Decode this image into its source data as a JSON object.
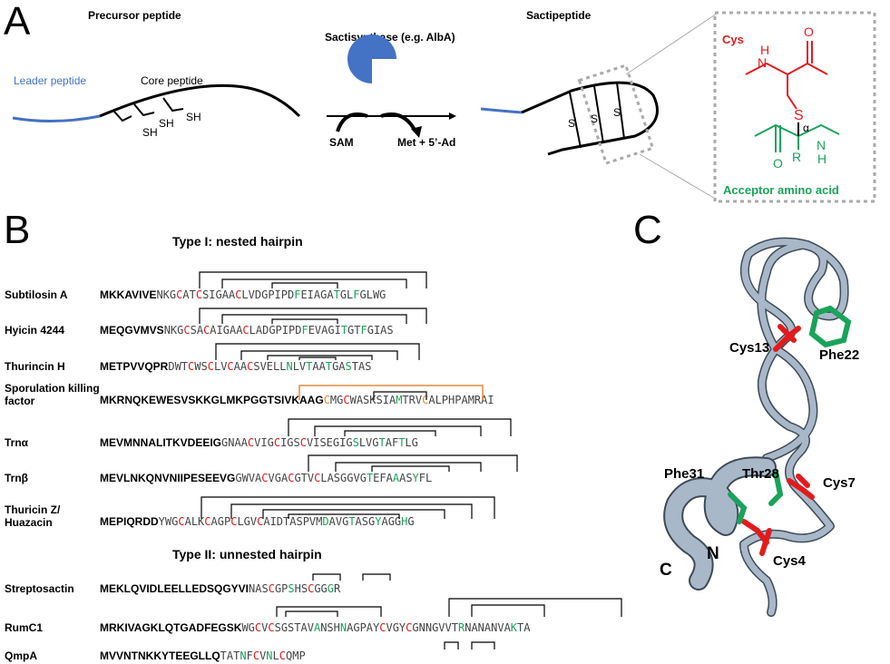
{
  "panelA": {
    "letter": "A",
    "precursor_title": "Precursor peptide",
    "sactipeptide_title": "Sactipeptide",
    "leader_label": "Leader peptide",
    "core_label": "Core peptide",
    "sh_label": "SH",
    "enzyme_label": "Sactisynthase (e.g. AlbA)",
    "sam_label": "SAM",
    "products_label": "Met + 5’-Ad",
    "s_label": "S",
    "cys_label": "Cys",
    "acceptor_label": "Acceptor amino acid",
    "alpha_label": "α",
    "r_label": "R",
    "n_label": "N",
    "h_label": "H",
    "o_label": "O",
    "colors": {
      "leader": "#4472c4",
      "cys": "#e31a1c",
      "acceptor": "#1aa35a",
      "enzyme": "#4472c4"
    }
  },
  "panelB": {
    "letter": "B",
    "type1_title": "Type I: nested hairpin",
    "type2_title": "Type II: unnested hairpin",
    "peptides": [
      {
        "name": "Subtilosin A",
        "leader": "MKKAVIVE",
        "segments": [
          [
            "n",
            "NKG"
          ],
          [
            "c",
            "C"
          ],
          [
            "n",
            "AT"
          ],
          [
            "c",
            "C"
          ],
          [
            "n",
            "SIGAA"
          ],
          [
            "c",
            "C"
          ],
          [
            "n",
            "LVDGPIPD"
          ],
          [
            "a",
            "F"
          ],
          [
            "n",
            "EIAGA"
          ],
          [
            "a",
            "T"
          ],
          [
            "n",
            "GL"
          ],
          [
            "a",
            "F"
          ],
          [
            "n",
            "GLWG"
          ]
        ]
      },
      {
        "name": "Hyicin 4244",
        "leader": "MEQGVMVS",
        "segments": [
          [
            "n",
            "NKG"
          ],
          [
            "c",
            "C"
          ],
          [
            "n",
            "SA"
          ],
          [
            "c",
            "C"
          ],
          [
            "n",
            "AIGAA"
          ],
          [
            "c",
            "C"
          ],
          [
            "n",
            "LADGPIPD"
          ],
          [
            "a",
            "F"
          ],
          [
            "n",
            "EVAGI"
          ],
          [
            "a",
            "T"
          ],
          [
            "n",
            "GT"
          ],
          [
            "a",
            "F"
          ],
          [
            "n",
            "GIAS"
          ]
        ]
      },
      {
        "name": "Thurincin H",
        "leader": "METPVVQPR",
        "segments": [
          [
            "n",
            "DWT"
          ],
          [
            "c",
            "C"
          ],
          [
            "n",
            "WS"
          ],
          [
            "c",
            "C"
          ],
          [
            "n",
            "LV"
          ],
          [
            "c",
            "C"
          ],
          [
            "n",
            "AA"
          ],
          [
            "c",
            "C"
          ],
          [
            "n",
            "SVELL"
          ],
          [
            "a",
            "N"
          ],
          [
            "n",
            "LV"
          ],
          [
            "a",
            "T"
          ],
          [
            "n",
            "AA"
          ],
          [
            "a",
            "T"
          ],
          [
            "n",
            "GA"
          ],
          [
            "a",
            "S"
          ],
          [
            "n",
            "TAS"
          ]
        ]
      },
      {
        "name": "Sporulation killing factor",
        "leader": "MKRNQKEWESVSKKGLMKPGGTSIVKAAG",
        "segments": [
          [
            "o",
            "C"
          ],
          [
            "n",
            "MG"
          ],
          [
            "c",
            "C"
          ],
          [
            "n",
            "WASKSIA"
          ],
          [
            "a",
            "M"
          ],
          [
            "n",
            "TRV"
          ],
          [
            "o",
            "C"
          ],
          [
            "n",
            "ALPHPAMRAI"
          ]
        ]
      },
      {
        "name": "Trnα",
        "leader": "MEVMNNALITKVDEEIG",
        "segments": [
          [
            "n",
            "GNAA"
          ],
          [
            "c",
            "C"
          ],
          [
            "n",
            "VIG"
          ],
          [
            "c",
            "C"
          ],
          [
            "n",
            "IGS"
          ],
          [
            "c",
            "C"
          ],
          [
            "n",
            "VISEGIG"
          ],
          [
            "a",
            "S"
          ],
          [
            "n",
            "LVG"
          ],
          [
            "a",
            "T"
          ],
          [
            "n",
            "AF"
          ],
          [
            "a",
            "T"
          ],
          [
            "n",
            "LG"
          ]
        ]
      },
      {
        "name": "Trnβ",
        "leader": "MEVLNKQNVNIIPESEEVG",
        "segments": [
          [
            "n",
            "GWVA"
          ],
          [
            "c",
            "C"
          ],
          [
            "n",
            "VGA"
          ],
          [
            "c",
            "C"
          ],
          [
            "n",
            "GTV"
          ],
          [
            "c",
            "C"
          ],
          [
            "n",
            "LASGGVG"
          ],
          [
            "a",
            "T"
          ],
          [
            "n",
            "EFA"
          ],
          [
            "a",
            "A"
          ],
          [
            "n",
            "AS"
          ],
          [
            "a",
            "Y"
          ],
          [
            "n",
            "FL"
          ]
        ]
      },
      {
        "name": "Thuricin Z/ Huazacin",
        "leader": "MEPIQRDD",
        "segments": [
          [
            "n",
            "YWG"
          ],
          [
            "c",
            "C"
          ],
          [
            "n",
            "ALK"
          ],
          [
            "c",
            "C"
          ],
          [
            "n",
            "AGP"
          ],
          [
            "c",
            "C"
          ],
          [
            "n",
            "LGV"
          ],
          [
            "c",
            "C"
          ],
          [
            "n",
            "AIDTASPVM"
          ],
          [
            "a",
            "D"
          ],
          [
            "n",
            "AVG"
          ],
          [
            "a",
            "T"
          ],
          [
            "n",
            "ASG"
          ],
          [
            "a",
            "Y"
          ],
          [
            "n",
            "AGG"
          ],
          [
            "a",
            "H"
          ],
          [
            "n",
            "G"
          ]
        ]
      },
      {
        "name": "Streptosactin",
        "leader": "MEKLQVIDLEELLEDSQGYVI",
        "segments": [
          [
            "n",
            "NAS"
          ],
          [
            "c",
            "C"
          ],
          [
            "n",
            "GP"
          ],
          [
            "a",
            "S"
          ],
          [
            "n",
            "HS"
          ],
          [
            "c",
            "C"
          ],
          [
            "n",
            "GG"
          ],
          [
            "a",
            "G"
          ],
          [
            "n",
            "R"
          ]
        ]
      },
      {
        "name": "RumC1",
        "leader": "MRKIVAGKLQTGADFEGSK",
        "segments": [
          [
            "n",
            "WG"
          ],
          [
            "c",
            "C"
          ],
          [
            "n",
            "V"
          ],
          [
            "c",
            "C"
          ],
          [
            "n",
            "SGSTAV"
          ],
          [
            "a",
            "A"
          ],
          [
            "n",
            "NSH"
          ],
          [
            "a",
            "N"
          ],
          [
            "n",
            "AGPAY"
          ],
          [
            "c",
            "C"
          ],
          [
            "n",
            "VGY"
          ],
          [
            "c",
            "C"
          ],
          [
            "n",
            "GNNGVVT"
          ],
          [
            "a",
            "R"
          ],
          [
            "n",
            "NANANVA"
          ],
          [
            "a",
            "K"
          ],
          [
            "n",
            "TA"
          ]
        ]
      },
      {
        "name": "QmpA",
        "leader": "MVVNTNKKYTEEGLLQ",
        "segments": [
          [
            "n",
            "TAT"
          ],
          [
            "a",
            "N"
          ],
          [
            "n",
            "F"
          ],
          [
            "c",
            "C"
          ],
          [
            "n",
            "V"
          ],
          [
            "a",
            "N"
          ],
          [
            "n",
            "L"
          ],
          [
            "c",
            "C"
          ],
          [
            "n",
            "QMP"
          ]
        ]
      }
    ]
  },
  "panelC": {
    "letter": "C",
    "labels": {
      "cys13": "Cys13",
      "phe22": "Phe22",
      "thr28": "Thr28",
      "phe31": "Phe31",
      "cys7": "Cys7",
      "cys4": "Cys4",
      "c_term": "C",
      "n_term": "N"
    },
    "colors": {
      "ribbon": "#a9b8c8",
      "ribbon_edge": "#3d4a57",
      "cys": "#e31a1c",
      "acceptor": "#1aa35a"
    }
  }
}
